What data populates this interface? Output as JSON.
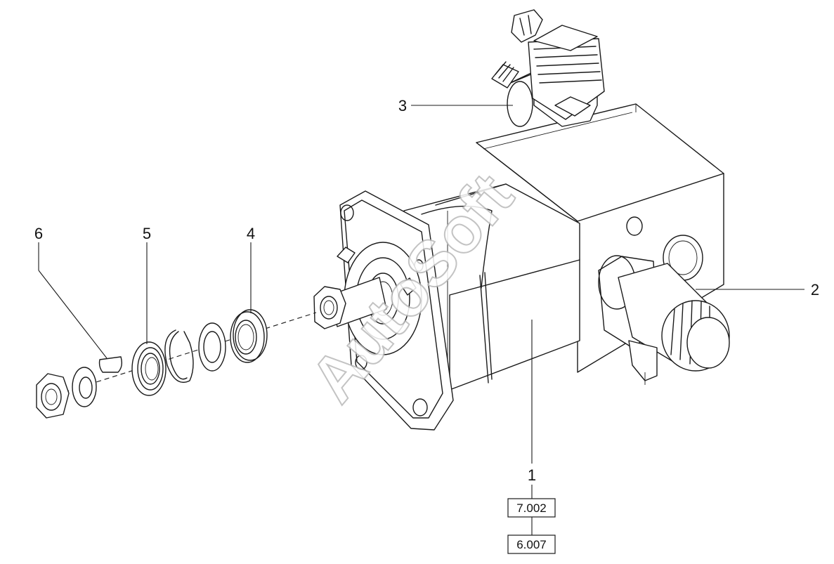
{
  "watermark": "AutoSoft",
  "callouts": [
    {
      "id": "1",
      "label": "1"
    },
    {
      "id": "2",
      "label": "2"
    },
    {
      "id": "3",
      "label": "3"
    },
    {
      "id": "4",
      "label": "4"
    },
    {
      "id": "5",
      "label": "5"
    },
    {
      "id": "6",
      "label": "6"
    }
  ],
  "references": {
    "ref_a": "7.002",
    "ref_b": "6.007"
  }
}
